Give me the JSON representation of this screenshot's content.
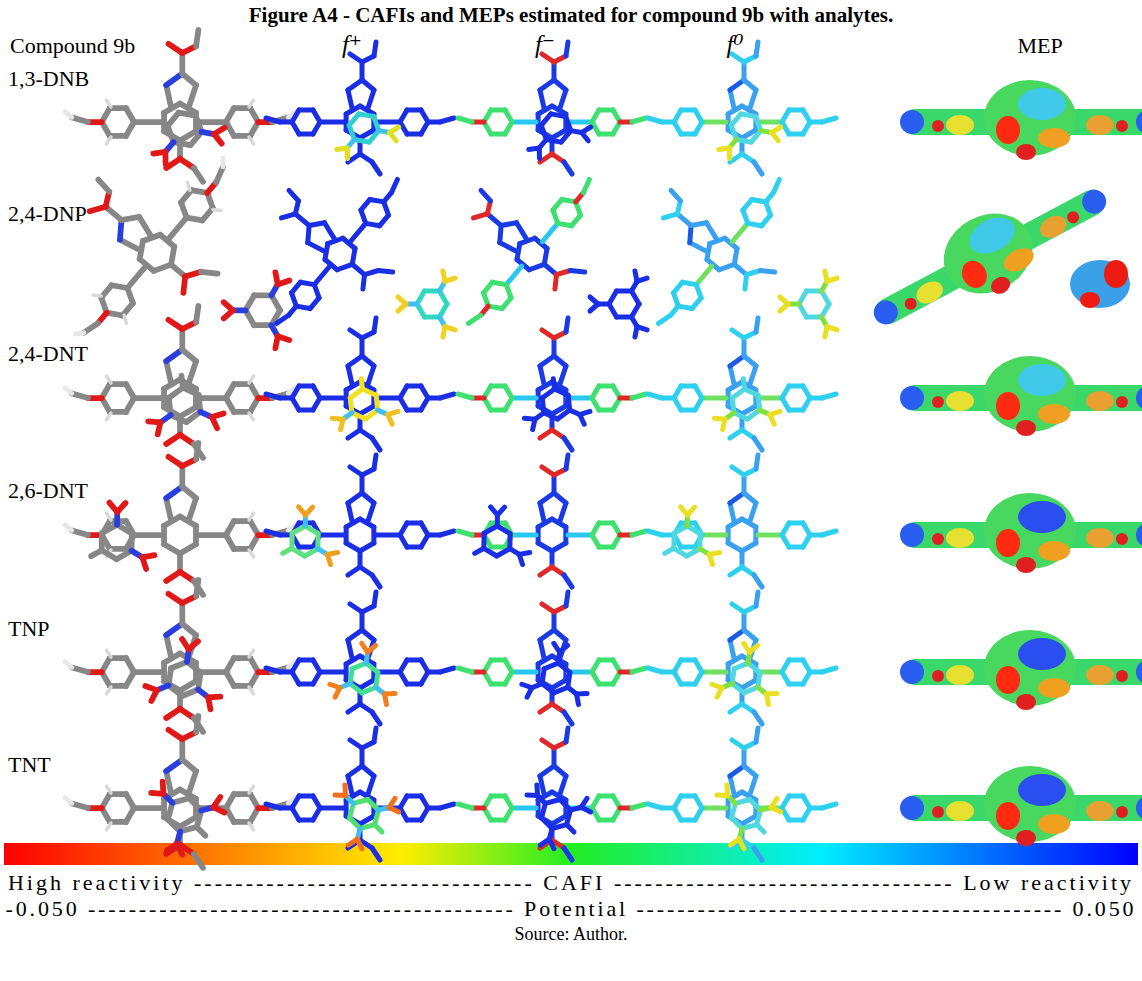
{
  "diagram": {
    "title": "Figure A4 - CAFIs and MEPs estimated for compound 9b with analytes.",
    "caption": "Source: Author.",
    "labels": [
      "Compound 9b",
      "f⁺",
      "f⁻",
      "f⁰",
      "MEP",
      "1,3-DNB",
      "2,4-DNP",
      "2,4-DNT",
      "2,6-DNT",
      "TNP",
      "TNT",
      "High reactivity --------------------------------- CAFI --------------------------------- Low reactivity",
      "-0.050 ------------------------------------------ Potential ------------------------------------------ 0.050"
    ]
  }
}
